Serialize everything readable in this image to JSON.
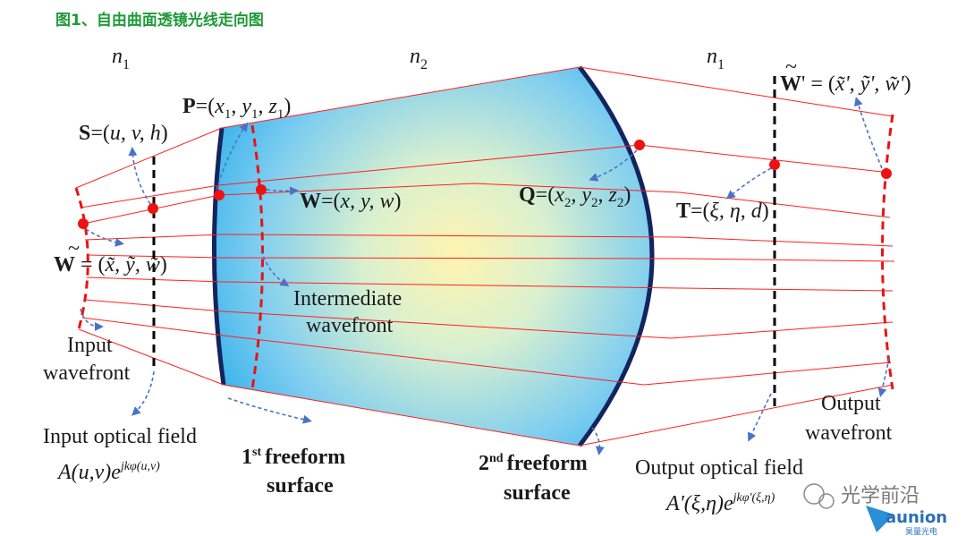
{
  "title": "图1、自由曲面透镜光线走向图",
  "regions": {
    "left_index": "n",
    "left_index_sub": "1",
    "middle_index": "n",
    "middle_index_sub": "2",
    "right_index": "n",
    "right_index_sub": "1"
  },
  "points": {
    "S": {
      "name": "S",
      "eq": "=(",
      "coords": "u, v, h",
      "close": ")"
    },
    "P": {
      "name": "P",
      "eq": "=(",
      "a": "x",
      "a_sub": "1",
      "b": "y",
      "b_sub": "1",
      "c": "z",
      "c_sub": "1",
      "close": ")"
    },
    "W": {
      "name": "W",
      "eq": "=(",
      "coords": "x, y, w",
      "close": ")"
    },
    "W_tilde": {
      "name": "W",
      "tilde": "~",
      "eq": " = (",
      "coords": "x̃, ỹ, w̃",
      "close": ")"
    },
    "Q": {
      "name": "Q",
      "eq": "=(",
      "a": "x",
      "a_sub": "2",
      "b": "y",
      "b_sub": "2",
      "c": "z",
      "c_sub": "2",
      "close": ")"
    },
    "T": {
      "name": "T",
      "eq": "=(",
      "coords": "ξ, η, d",
      "close": ")"
    },
    "W_prime": {
      "name": "W",
      "tilde": "~",
      "prime": "'",
      "eq": " = (",
      "coords": "x̃', ỹ', w̃'",
      "close": ")"
    }
  },
  "labels": {
    "input_wavefront_1": "Input",
    "input_wavefront_2": "wavefront",
    "intermediate_1": "Intermediate",
    "intermediate_2": "wavefront",
    "input_field": "Input optical field",
    "input_formula_base": "A(u,v)e",
    "input_formula_exp": "jkφ(u,v)",
    "first_surface_ord": "1",
    "first_surface_sup": "st",
    "first_surface_1": "freeform",
    "first_surface_2": "surface",
    "second_surface_ord": "2",
    "second_surface_sup": "nd",
    "second_surface_1": "freeform",
    "second_surface_2": "surface",
    "output_field": "Output optical field",
    "output_formula_base": "A'(ξ,η)e",
    "output_formula_exp": "jkφ'(ξ,η)",
    "output_wavefront_1": "Output",
    "output_wavefront_2": "wavefront"
  },
  "watermark": {
    "channel": "光学前沿",
    "brand": "aunion",
    "brand_sub": "昊量光电"
  },
  "colors": {
    "title": "#1f9a3a",
    "ray": "#ff2020",
    "point": "#ee1111",
    "lens_edge": "#13245e",
    "arrow": "#4a73c7",
    "lens_center": "#fff4b0",
    "lens_outer": "#3cb4ec"
  }
}
